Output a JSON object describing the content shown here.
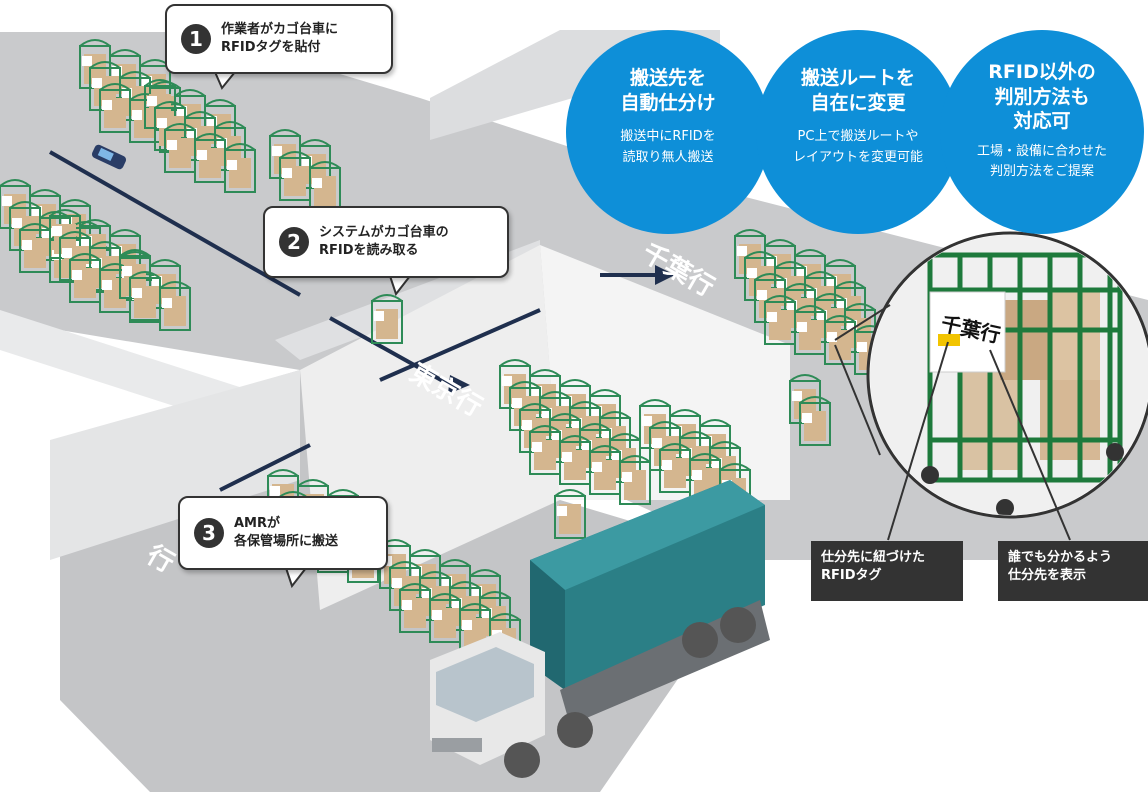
{
  "steps": [
    {
      "num": "1",
      "text": "作業者がカゴ台車に\nRFIDタグを貼付"
    },
    {
      "num": "2",
      "text": "システムがカゴ台車の\nRFIDを読み取る"
    },
    {
      "num": "3",
      "text": "AMRが\n各保管場所に搬送"
    }
  ],
  "features": [
    {
      "title": "搬送先を\n自動仕分け",
      "body": "搬送中にRFIDを\n読取り無人搬送"
    },
    {
      "title": "搬送ルートを\n自在に変更",
      "body": "PC上で搬送ルートや\nレイアウトを変更可能"
    },
    {
      "title": "RFID以外の\n判別方法も\n対応可",
      "body": "工場・設備に合わせた\n判別方法をご提案"
    }
  ],
  "labels": {
    "rfid_tag": "仕分先に紐づけた\nRFIDタグ",
    "destination_display": "誰でも分かるよう\n仕分先を表示"
  },
  "cart_sign": "千葉行",
  "floor_text": {
    "top": "千葉行",
    "middle": "東京行",
    "left": "行"
  },
  "colors": {
    "accent_blue": "#0e8fd8",
    "dark": "#333333",
    "cart_green": "#2e8b57",
    "container_teal": "#2b7f86",
    "floor": "#c9cacc"
  }
}
